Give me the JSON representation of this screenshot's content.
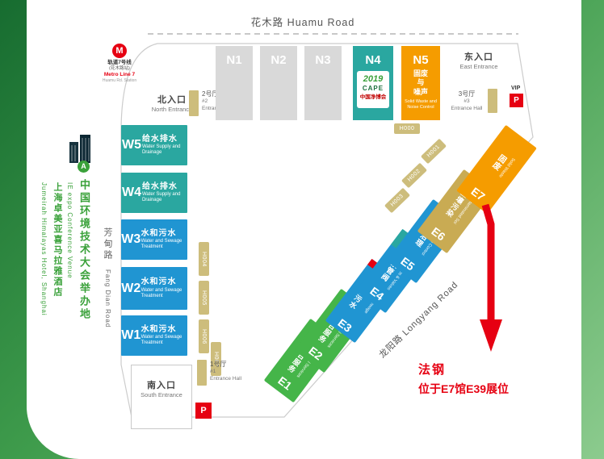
{
  "roads": {
    "huamu": {
      "cn": "花木路",
      "en": "Huamu Road"
    },
    "fangdian": {
      "cn": "芳甸路",
      "en": "Fang Dian Road"
    },
    "longyang": {
      "cn": "龙阳路",
      "en": "Longyang Road"
    }
  },
  "metro": {
    "logo": "M",
    "line_cn": "轨道7号线",
    "station_cn": "(花木路站)",
    "line_en": "Metro Line 7",
    "station_en": "Huamu Rd. Station"
  },
  "entrances": {
    "north": {
      "cn": "北入口",
      "en": "North Entrance"
    },
    "east": {
      "cn": "东入口",
      "en": "East Entrance"
    },
    "south": {
      "cn": "南入口",
      "en": "South Entrance"
    }
  },
  "entrance_halls": [
    {
      "cn": "2号厅",
      "no": "#2",
      "en": "Entrance Hall"
    },
    {
      "cn": "3号厅",
      "no": "#3",
      "en": "Entrance Hall"
    },
    {
      "cn": "1号厅",
      "no": "#1",
      "en": "Entrance Hall"
    }
  ],
  "parking": {
    "vip_label": "VIP",
    "p_label": "P"
  },
  "n_halls": [
    {
      "id": "N1"
    },
    {
      "id": "N2"
    },
    {
      "id": "N3"
    },
    {
      "id": "N4"
    },
    {
      "id": "N5",
      "cn_lines": [
        "固废",
        "与",
        "噪声"
      ],
      "en": "Solid Waste and Noise Control"
    }
  ],
  "cape_logo": {
    "year": "2019",
    "name": "CAPE",
    "cn": "中国净博会"
  },
  "w_halls": [
    {
      "id": "W5",
      "cn": "给水排水",
      "en": "Water Supply and Drainage"
    },
    {
      "id": "W4",
      "cn": "给水排水",
      "en": "Water Supply and Drainage"
    },
    {
      "id": "W3",
      "cn": "水和污水",
      "en": "Water and Sewage Treatment"
    },
    {
      "id": "W2",
      "cn": "水和污水",
      "en": "Water and Sewage Treatment"
    },
    {
      "id": "W1",
      "cn": "水和污水",
      "en": "Water and Sewage Treatment"
    }
  ],
  "e_halls": [
    {
      "id": "E1",
      "cn": "环境综合服务",
      "en": "Environmental Services"
    },
    {
      "id": "E2",
      "cn": "环境综合服务",
      "en": "Environmental Services"
    },
    {
      "id": "E3",
      "cn": "水和污水",
      "en": "Water and Sewage Treatment",
      "seg": "膜展区"
    },
    {
      "id": "E4",
      "cn": "泵管阀",
      "en": "Pumps & Valves",
      "seg": "海绵城市"
    },
    {
      "id": "E5",
      "cn": "大气治理",
      "en": "Air Pollution Control"
    },
    {
      "id": "E6",
      "cn": "土壤污染",
      "en": "Contaminated Soil"
    },
    {
      "id": "E7",
      "cn": "固废",
      "en": "Solid Waste"
    }
  ],
  "h_corridors": [
    "H000",
    "H001",
    "H002",
    "H003",
    "H004",
    "H005",
    "H006",
    "H007"
  ],
  "venue_info": {
    "marker": "A",
    "cn1": "中国环境技术大会举办地",
    "en1": "IE expo Conference Venue",
    "cn2": "上海卓美亚喜马拉雅酒店",
    "en2": "Jumeirah Himalayas Hotel, Shanghai"
  },
  "annotation": {
    "line1": "法钢",
    "line2": "位于E7馆E39展位"
  },
  "colors": {
    "teal": "#2aa7a0",
    "blue": "#2095d2",
    "green": "#45b549",
    "orange": "#f59c00",
    "red": "#e60012",
    "tan": "#cdbd7c",
    "gold": "#c9ab53",
    "gray_hall": "#d9d9d9",
    "brand_green": "#3aa13a"
  }
}
